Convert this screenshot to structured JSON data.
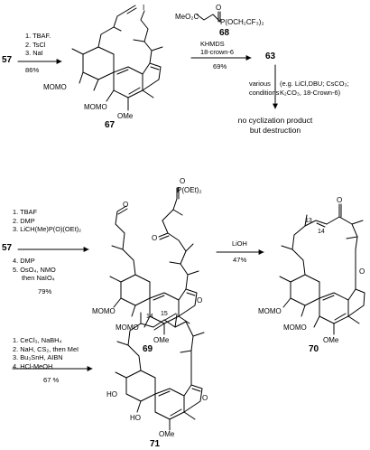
{
  "row1": {
    "start_compound": "57",
    "steps": [
      "1. TBAF.",
      "2. TsCl",
      "3. NaI"
    ],
    "yield": "86%",
    "product": "67",
    "product_labels": {
      "momo_upper": "MOMO",
      "momo_lower": "MOMO",
      "ome": "OMe",
      "iodide": "I"
    },
    "reagent_top": "MeO₂C",
    "reagent_phosphonate": "P(OCH₂CF₃)₂",
    "reagent_oxygen": "O",
    "reagent_number": "68",
    "base": "KHMDS",
    "additive": "18-crown-6",
    "yield2": "69%",
    "product2": "63",
    "down_left": [
      "various",
      "conditions"
    ],
    "down_right": [
      "(e.g. LiCl,DBU; CsCO₃;",
      "K₂CO₃, 18-Crown-6)"
    ],
    "outcome": [
      "no cyclization product",
      "but destruction"
    ]
  },
  "row2": {
    "start_compound": "57",
    "steps": [
      "1. TBAF",
      "2. DMP",
      "3. LiCH(Me)P(O)(OEt)₂",
      "4. DMP",
      "5. OsO₄, NMO",
      "then NaIO₄"
    ],
    "yield": "79%",
    "product": "69",
    "product_labels": {
      "phosphonate": "P(OEt)₂",
      "p_oxygen": "O",
      "aldehyde_o": "O",
      "ketone_o": "O",
      "momo_upper": "MOMO",
      "momo_lower": "MOMO",
      "ome": "OMe",
      "furan_o": "O"
    },
    "reagent2": "LiOH",
    "yield2": "47%",
    "product2": "70",
    "product2_labels": {
      "c13": "13",
      "c14": "14",
      "ketone_o": "O",
      "momo_upper": "MOMO",
      "momo_lower": "MOMO",
      "ome": "OMe",
      "furan_o": "O"
    }
  },
  "row3": {
    "steps": [
      "1. CeCl₃, NaBH₄",
      "2. NaH, CS₂, then MeI",
      "3. Bu₃SnH, AIBN",
      "4. HCl-MeOH"
    ],
    "yield": "67 %",
    "product": "71",
    "product_labels": {
      "c14": "14",
      "c15": "15",
      "ho_upper": "HO",
      "ho_lower": "HO",
      "ome": "OMe",
      "furan_o": "O"
    }
  }
}
